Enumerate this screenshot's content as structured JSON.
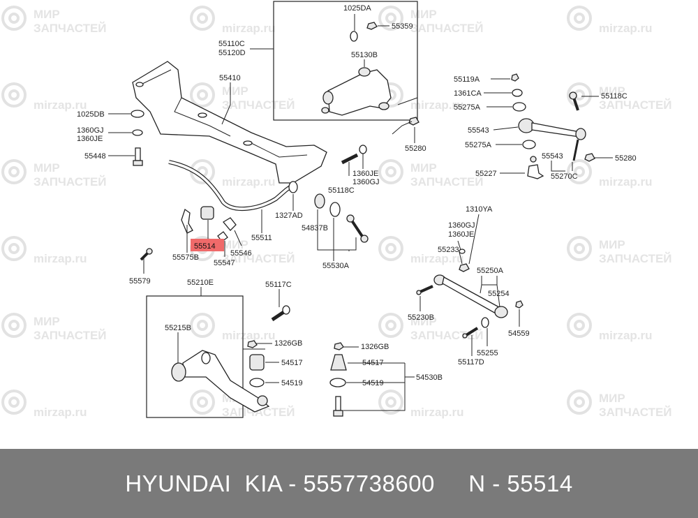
{
  "watermark": {
    "line1": "МИР",
    "line2": "ЗАПЧАСТЕЙ",
    "site": "mirzap.ru"
  },
  "labels": {
    "l1025DA": "1025DA",
    "l55359": "55359",
    "l55110C": "55110C",
    "l55120D": "55120D",
    "l55130B": "55130B",
    "l55410": "55410",
    "l1025DB": "1025DB",
    "l1360GJ": "1360GJ",
    "l1360JE": "1360JE",
    "l55448": "55448",
    "l55280a": "55280",
    "l55118Ca": "55118C",
    "l1360JEb": "1360JE",
    "l1360GJb": "1360GJ",
    "l1327AD": "1327AD",
    "l54837B": "54837B",
    "l55511": "55511",
    "l55514": "55514",
    "l55546": "55546",
    "l55575B": "55575B",
    "l55547": "55547",
    "l55530A": "55530A",
    "l55579": "55579",
    "l55210E": "55210E",
    "l55117C": "55117C",
    "l55215B": "55215B",
    "l1326GBa": "1326GB",
    "l54517a": "54517",
    "l54519a": "54519",
    "l1326GBb": "1326GB",
    "l54517b": "54517",
    "l54519b": "54519",
    "l54530B": "54530B",
    "l55119A": "55119A",
    "l1361CA": "1361CA",
    "l55275Aa": "55275A",
    "l55118Cb": "55118C",
    "l55543a": "55543",
    "l55275Ab": "55275A",
    "l55543b": "55543",
    "l55280b": "55280",
    "l55227": "55227",
    "l55270C": "55270C",
    "l1310YA": "1310YA",
    "l1360GJc": "1360GJ",
    "l1360JEc": "1360JE",
    "l55233": "55233",
    "l55250A": "55250A",
    "l55254": "55254",
    "l55230B": "55230B",
    "l54559": "54559",
    "l55255": "55255",
    "l55117D": "55117D"
  },
  "highlight": {
    "part": "55514",
    "color": "#f06a6a"
  },
  "footer": {
    "text": "HYUNDAI  KIA - 5557738600     N - 55514"
  },
  "colors": {
    "background": "#ffffff",
    "footer": "#7a7a7a",
    "watermark": "#e2e2e2"
  }
}
